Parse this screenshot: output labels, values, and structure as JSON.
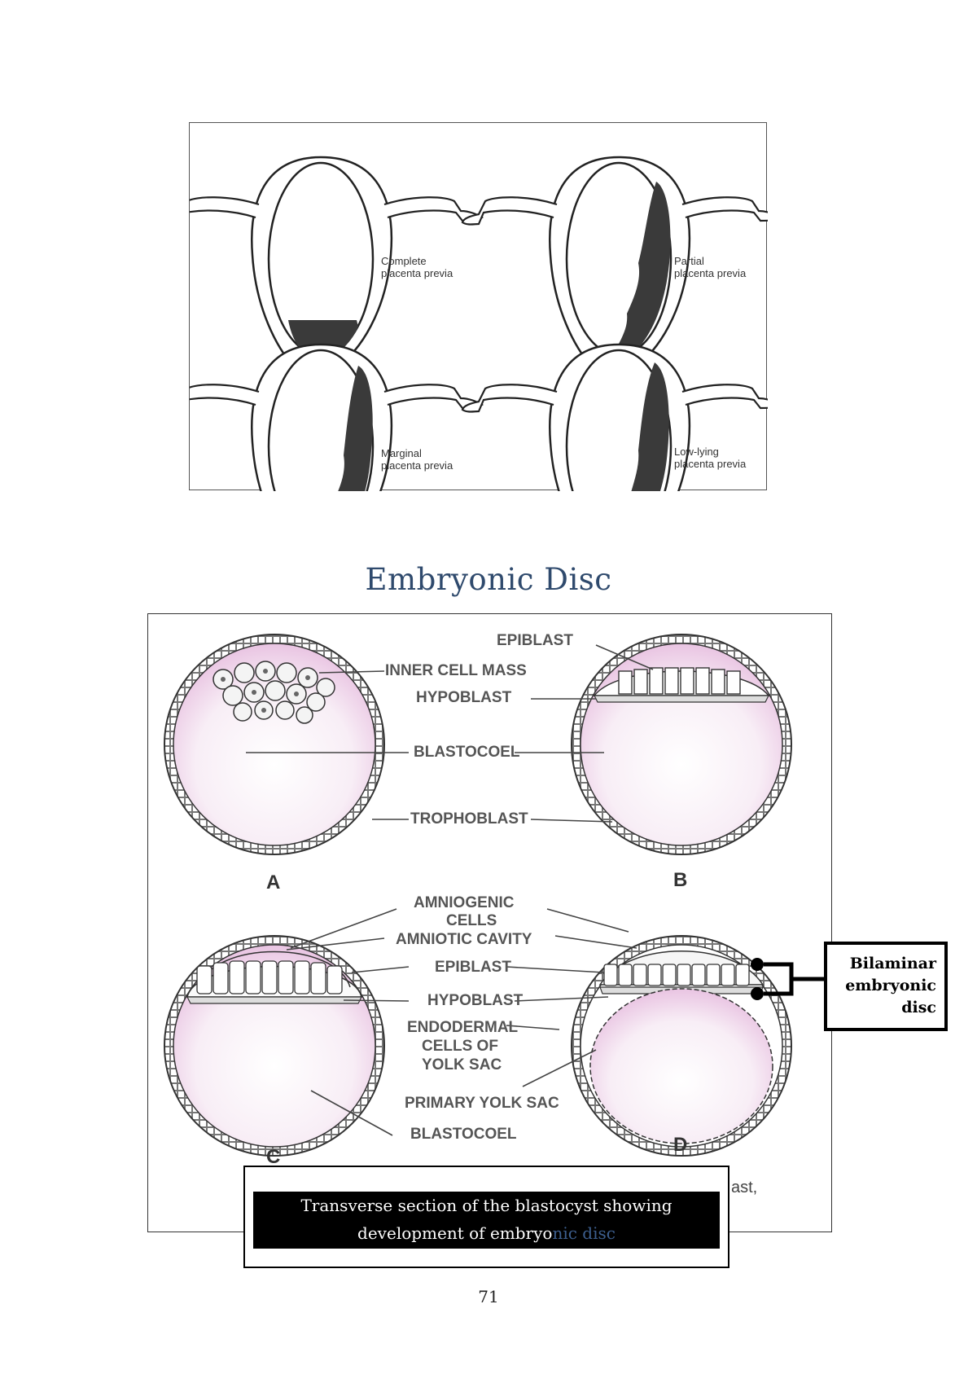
{
  "placenta_figure": {
    "panels": [
      {
        "line1": "Complete",
        "line2": "placenta previa"
      },
      {
        "line1": "Partial",
        "line2": "placenta previa"
      },
      {
        "line1": "Marginal",
        "line2": "placenta previa"
      },
      {
        "line1": "Low-lying",
        "line2": "placenta previa"
      }
    ]
  },
  "section_title": "Embryonic Disc",
  "blastocyst_figure": {
    "labels": {
      "epiblast_top": "EPIBLAST",
      "inner_cell_mass": "INNER CELL MASS",
      "hypoblast_top": "HYPOBLAST",
      "blastocoel_top": "BLASTOCOEL",
      "trophoblast": "TROPHOBLAST",
      "amniogenic_1": "AMNIOGENIC",
      "amniogenic_2": "CELLS",
      "amniotic_cavity": "AMNIOTIC CAVITY",
      "epiblast_bottom": "EPIBLAST",
      "hypoblast_bottom": "HYPOBLAST",
      "endodermal_1": "ENDODERMAL",
      "endodermal_2": "CELLS OF",
      "endodermal_3": "YOLK SAC",
      "primary_yolk_sac": "PRIMARY YOLK SAC",
      "blastocoel_bottom": "BLASTOCOEL"
    },
    "panel_letters": [
      "A",
      "B",
      "C",
      "D"
    ],
    "cutoff_text": "ast,"
  },
  "callout": {
    "line1": "Bilaminar",
    "line2": "embryonic",
    "line3": "disc"
  },
  "caption": {
    "line1": "Transverse section of the blastocyst showing",
    "line2_main": "development of embryo",
    "line2_tail": "nic disc"
  },
  "page_number": "71"
}
